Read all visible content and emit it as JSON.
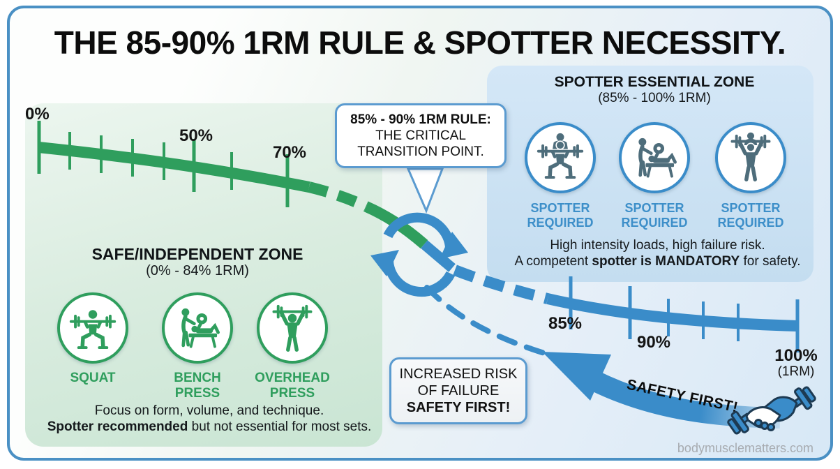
{
  "page": {
    "title": "THE 85-90% 1RM RULE & SPOTTER NECESSITY."
  },
  "colors": {
    "card_border": "#4a90c4",
    "green": "#2f9e5d",
    "blue": "#3a8cc9",
    "icon_slate": "#4e6d7b",
    "panel_green": "#d9ecdf",
    "panel_blue": "#c9e0f2",
    "footer_gray": "#a7abb0"
  },
  "scale": {
    "labels": {
      "p0": "0%",
      "p50": "50%",
      "p70": "70%",
      "p85": "85%",
      "p90": "90%",
      "p100": "100%",
      "one_rm": "(1RM)"
    }
  },
  "safe_zone": {
    "heading": "SAFE/INDEPENDENT ZONE",
    "range": "(0% - 84% 1RM)",
    "exercises": [
      {
        "line1": "SQUAT",
        "line2": "",
        "icon": "squat-icon"
      },
      {
        "line1": "BENCH",
        "line2": "PRESS",
        "icon": "bench-press-icon"
      },
      {
        "line1": "OVERHEAD",
        "line2": "PRESS",
        "icon": "overhead-press-icon"
      }
    ],
    "note": {
      "line1": "Focus on form, volume, and technique.",
      "bold": "Spotter recommended",
      "rest": " but not essential for most sets."
    }
  },
  "spotter_zone": {
    "heading": "SPOTTER ESSENTIAL ZONE",
    "range": "(85% - 100% 1RM)",
    "badges": [
      {
        "line1": "SPOTTER",
        "line2": "REQUIRED",
        "icon": "spotter-squat-icon"
      },
      {
        "line1": "SPOTTER",
        "line2": "REQUIRED",
        "icon": "spotter-bench-press-icon"
      },
      {
        "line1": "SPOTTER",
        "line2": "REQUIRED",
        "icon": "spotter-overhead-press-icon"
      }
    ],
    "note": {
      "line1": "High intensity loads, high failure risk.",
      "pre": "A competent ",
      "bold": "spotter is MANDATORY",
      "post": " for safety."
    }
  },
  "transition_callout": {
    "line1": "85% - 90% 1RM RULE:",
    "line2": "THE CRITICAL",
    "line3": "TRANSITION POINT."
  },
  "risk_callout": {
    "line1": "INCREASED RISK",
    "line2": "OF FAILURE",
    "line3": "SAFETY FIRST!"
  },
  "safety_arrow": {
    "label": "SAFETY FIRST!"
  },
  "footer": {
    "website": "bodymusclematters.com"
  },
  "icons": [
    "squat-icon",
    "bench-press-icon",
    "overhead-press-icon",
    "spotter-squat-icon",
    "spotter-bench-press-icon",
    "spotter-overhead-press-icon",
    "transition-cycle-icon",
    "safety-arrow",
    "dumbbell-handshake-icon"
  ]
}
